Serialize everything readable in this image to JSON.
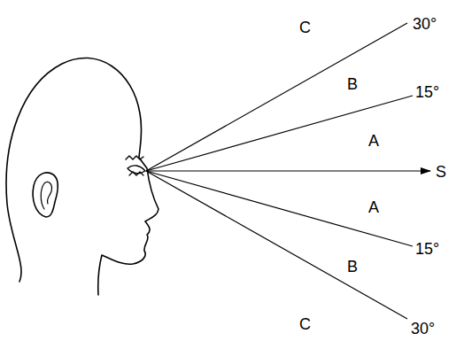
{
  "diagram": {
    "labels": [
      "C",
      "30°",
      "B",
      "15°",
      "A",
      "S",
      "A",
      "15°",
      "B",
      "C",
      "30°"
    ]
  }
}
